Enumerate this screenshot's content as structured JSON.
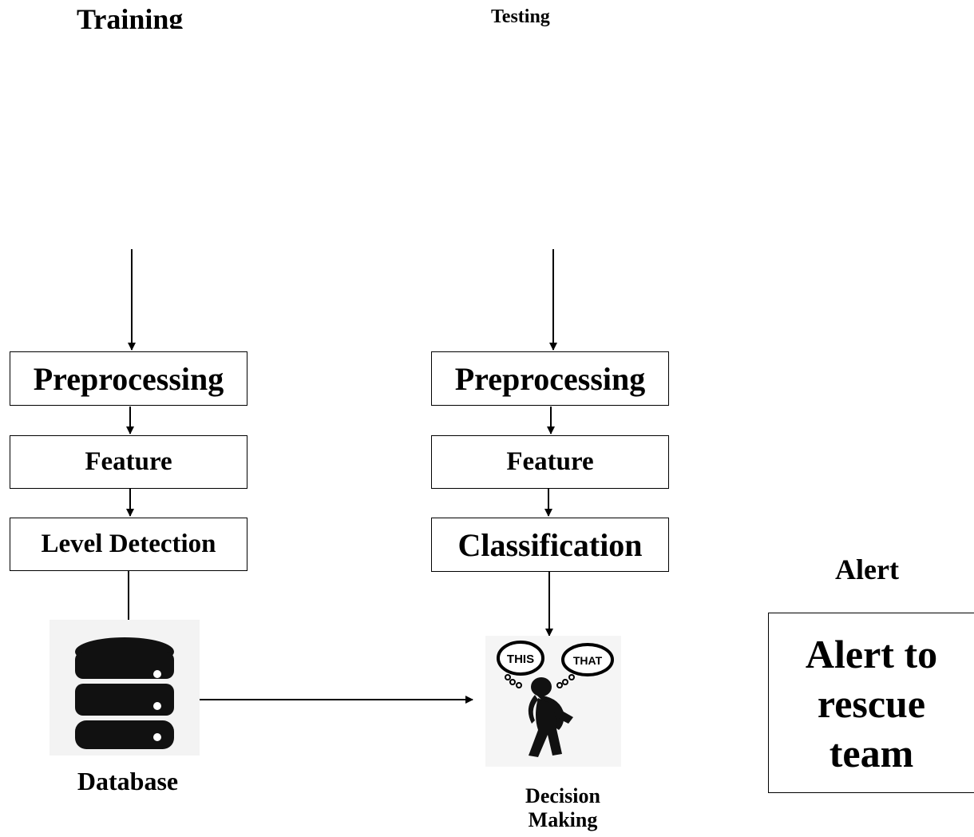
{
  "training": {
    "heading": "Training",
    "steps": [
      "Preprocessing",
      "Feature",
      "Level Detection"
    ],
    "store_label": "Database",
    "store_icon": "database-icon"
  },
  "testing": {
    "heading": "Testing",
    "steps": [
      "Preprocessing",
      "Feature",
      "Classification"
    ],
    "decision_label_line1": "Decision",
    "decision_label_line2": "Making",
    "decision_icon": "thinking-person-icon",
    "bubble_left": "THIS",
    "bubble_right": "THAT"
  },
  "alert": {
    "heading": "Alert",
    "box_line1": "Alert to",
    "box_line2": "rescue",
    "box_line3": "team"
  }
}
